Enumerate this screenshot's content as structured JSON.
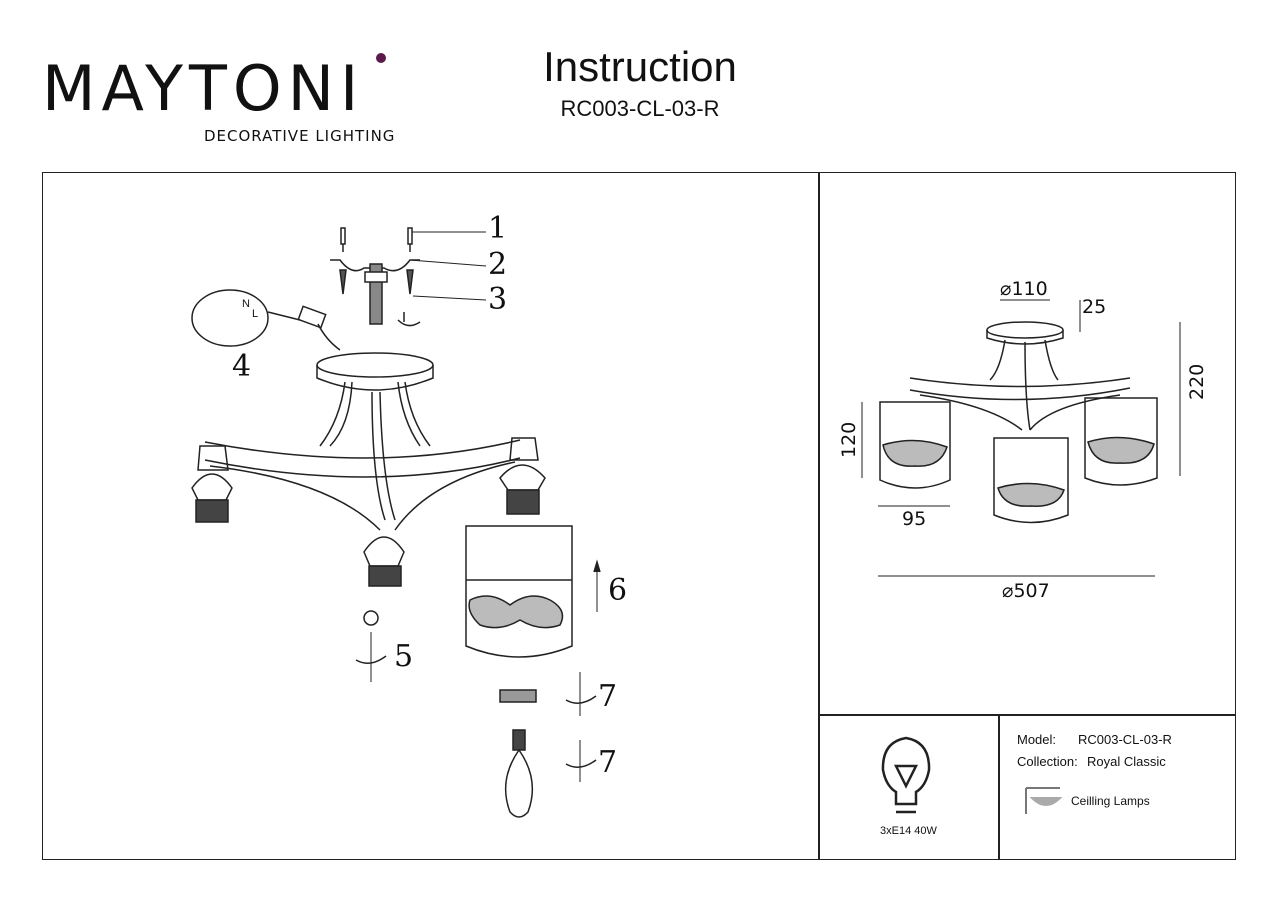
{
  "brand": {
    "name": "MAYTONI",
    "tagline": "DECORATIVE LIGHTING",
    "accent_color": "#5b1a4a"
  },
  "header": {
    "title": "Instruction",
    "model_code": "RC003-CL-03-R"
  },
  "assembly": {
    "steps": [
      "1",
      "2",
      "3",
      "4",
      "5",
      "6",
      "7",
      "7"
    ],
    "terminal_labels": [
      "N",
      "L"
    ]
  },
  "dimensions": {
    "canopy": "⌀110",
    "canopy_height": "25",
    "total_height": "220",
    "shade_height": "120",
    "shade_width": "95",
    "diameter": "⌀507"
  },
  "specs": {
    "bulb_icon": "bulb-icon",
    "bulb": "3xE14 40W",
    "model_label": "Model:",
    "model_value": "RC003-CL-03-R",
    "collection_label": "Collection:",
    "collection_value": "Royal Classic",
    "type_icon": "ceiling-lamp-icon",
    "type": "Ceilling Lamps"
  }
}
